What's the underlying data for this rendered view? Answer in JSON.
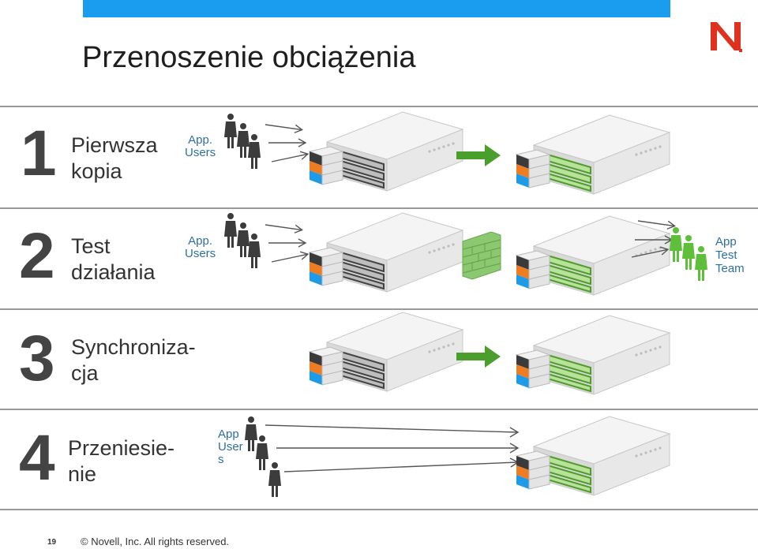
{
  "slide": {
    "title": "Przenoszenie obciążenia",
    "logo": "novell-n-logo"
  },
  "rows": [
    {
      "number": "1",
      "label": "Pierwsza\nkopia",
      "users_label": "App.\nUsers"
    },
    {
      "number": "2",
      "label": "Test\ndziałania",
      "users_label": "App.\nUsers",
      "team_label": "App\nTest\nTeam"
    },
    {
      "number": "3",
      "label": "Synchroniza-\ncja"
    },
    {
      "number": "4",
      "label": "Przeniesie-\nnie",
      "users_label": "App\nUser\ns"
    }
  ],
  "footer": {
    "page_number": "19",
    "copyright": "© Novell, Inc. All rights reserved."
  },
  "colors": {
    "top_bar": "#1a9cef",
    "logo_red": "#e0301e",
    "migrate_arrow": "#4a9e2c",
    "target_server_green": "#6cc24a",
    "disk_orange": "#f07c22",
    "disk_blue": "#1e9be8",
    "disk_dark": "#3a3a3a",
    "user_dark": "#3c3c3c",
    "team_green": "#5fbf3a"
  },
  "icons": [
    "server-icon",
    "users-icon",
    "arrow-icon",
    "firewall-icon",
    "test-team-icon"
  ]
}
